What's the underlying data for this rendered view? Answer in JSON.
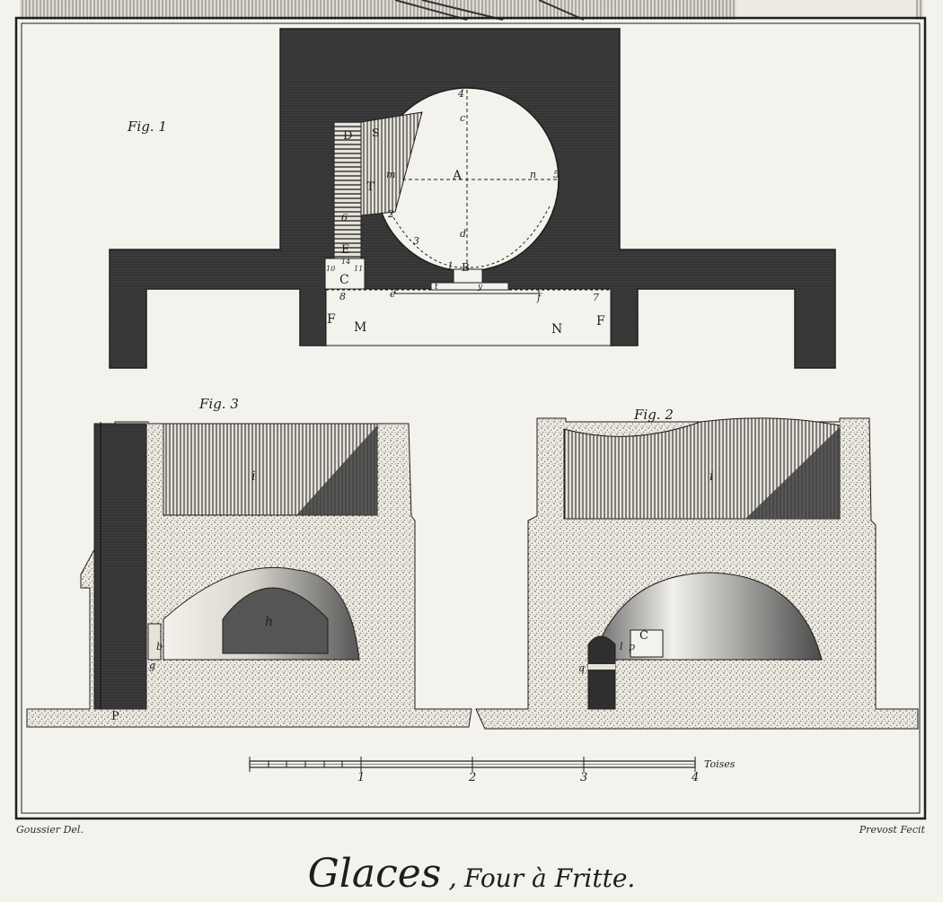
{
  "figures": {
    "fig1": {
      "title": "Fig. 1",
      "letters": {
        "A": "A",
        "B": "B",
        "C": "C",
        "D": "D",
        "S": "S",
        "T": "T",
        "E": "E",
        "F_left": "F",
        "F_right": "F",
        "M": "M",
        "N": "N",
        "m": "m",
        "n": "n",
        "c": "c",
        "d": "d",
        "e": "e",
        "f": "f",
        "t": "t",
        "y": "y"
      },
      "numbers": [
        "1",
        "2",
        "3",
        "4",
        "5",
        "6",
        "7",
        "8",
        "10",
        "11",
        "14"
      ]
    },
    "fig2": {
      "title": "Fig. 2",
      "letters": {
        "i": "i",
        "l": "l",
        "p": "p",
        "C": "C",
        "q": "q"
      }
    },
    "fig3": {
      "title": "Fig. 3",
      "letters": {
        "i": "i",
        "h": "h",
        "b": "b",
        "g": "g",
        "P": "P"
      }
    }
  },
  "scale": {
    "ticks": [
      "1",
      "2",
      "3",
      "4"
    ],
    "unit": "Toises"
  },
  "credits": {
    "left": "Goussier Del.",
    "right": "Prevost Fecit"
  },
  "title": {
    "main": "Glaces",
    "separator": ",",
    "sub": "Four à Fritte."
  },
  "colors": {
    "paper": "#f4f2ec",
    "ink": "#1e1e1e",
    "wall_dark": "#3a3a3a"
  }
}
